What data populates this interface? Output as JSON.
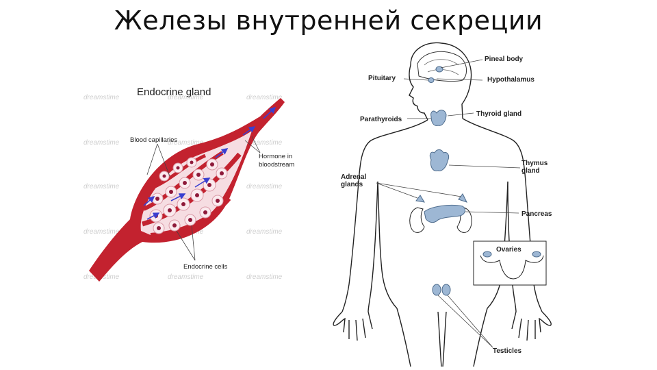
{
  "slide": {
    "title": "Железы внутренней секреции"
  },
  "gland_panel": {
    "title": "Endocrine gland",
    "labels": {
      "capillaries": "Blood capillaries",
      "hormone_line1": "Hormone in",
      "hormone_line2": "bloodstream",
      "cells": "Endocrine cells"
    },
    "watermark": "dreamstime",
    "colors": {
      "vessel": "#c3222f",
      "cell_fill": "#f6dde2",
      "nucleus": "#8e1a3a",
      "arrow": "#3a3fd0"
    }
  },
  "body_panel": {
    "labels": {
      "pineal": "Pineal body",
      "pituitary": "Pituitary",
      "hypothalamus": "Hypothalamus",
      "thyroid": "Thyroid gland",
      "parathyroids": "Parathyroids",
      "thymus_line1": "Thymus",
      "thymus_line2": "gland",
      "adrenal_line1": "Adrenal",
      "adrenal_line2": "glands",
      "pancreas": "Pancreas",
      "ovaries": "Ovaries",
      "testicles": "Testicles"
    },
    "colors": {
      "organ": "#9db7d4",
      "organ_stroke": "#4d6b8c",
      "outline": "#222222"
    }
  }
}
